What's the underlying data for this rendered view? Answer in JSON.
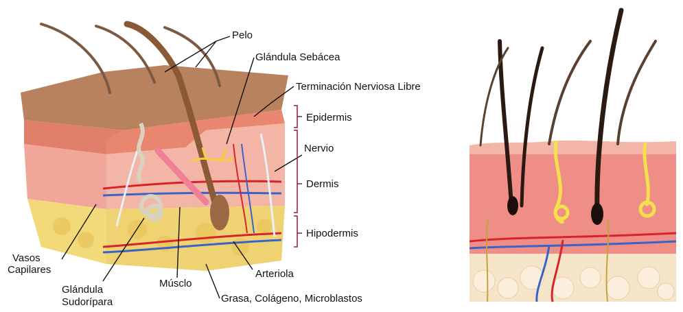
{
  "labels": {
    "pelo": "Pelo",
    "glandula_sebacea": "Glándula Sebácea",
    "terminacion_nerviosa": "Terminación Nerviosa Libre",
    "epidermis": "Epidermis",
    "nervio": "Nervio",
    "dermis": "Dermis",
    "hipodermis": "Hipodermis",
    "vasos_capilares_1": "Vasos",
    "vasos_capilares_2": "Capilares",
    "arteriola": "Arteriola",
    "glandula_sudoripara_1": "Glándula",
    "glandula_sudoripara_2": "Sudorípara",
    "musculo": "Músclo",
    "grasa": "Grasa, Colágeno, Microblastos"
  },
  "colors": {
    "epidermis_top": "#c7906a",
    "dermis": "#f0a79a",
    "hypodermis": "#f2d97a",
    "artery": "#d8232a",
    "vein": "#3a62c8",
    "nerve": "#f4cf3c",
    "hair": "#3b2418",
    "bracket": "#8b1a4a"
  }
}
